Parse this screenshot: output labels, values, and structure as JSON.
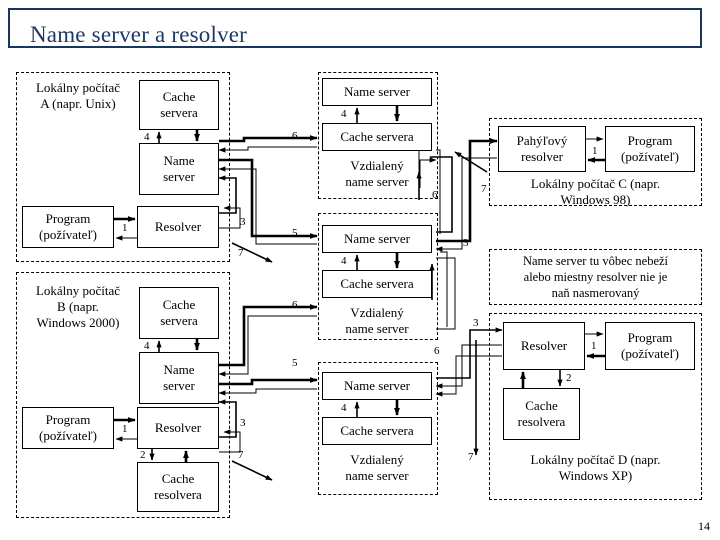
{
  "slide": {
    "title": "Name server a resolver",
    "page_number": "14",
    "title_color": "#1f3864"
  },
  "panels": {
    "host_a": {
      "label": "Lokálny počítač\nA (napr. Unix)",
      "boxes": {
        "cache_servera": "Cache\nservera",
        "name_server": "Name\nserver",
        "program": "Program\n(požívateľ)",
        "resolver": "Resolver"
      },
      "numbers": {
        "to_cache": "4",
        "program_resolver": "1",
        "ns_resolver": "3",
        "out": "7"
      }
    },
    "host_b": {
      "label": "Lokálny počítač\nB (napr.\nWindows 2000)",
      "boxes": {
        "cache_servera": "Cache\nservera",
        "name_server": "Name\nserver",
        "program": "Program\n(požívateľ)",
        "resolver": "Resolver",
        "cache_resolvera": "Cache\nresolvera"
      },
      "numbers": {
        "to_cache": "4",
        "program_resolver": "1",
        "ns_resolver": "3",
        "resolver_cache": "2",
        "out": "7"
      }
    },
    "remote_1": {
      "label": "Vzdialený\nname server",
      "boxes": {
        "name_server": "Name server",
        "cache_servera": "Cache servera"
      },
      "numbers": {
        "to_cache": "4"
      }
    },
    "remote_2": {
      "label": "Vzdialený\nname server",
      "boxes": {
        "name_server": "Name server",
        "cache_servera": "Cache servera"
      },
      "numbers": {
        "to_cache": "4"
      }
    },
    "remote_3": {
      "label": "Vzdialený\nname server",
      "boxes": {
        "name_server": "Name server",
        "cache_servera": "Cache servera"
      },
      "numbers": {
        "to_cache": "4"
      }
    },
    "host_c": {
      "label": "Lokálny počítač C (napr.\nWindows 98)",
      "boxes": {
        "stub_resolver": "Pahýľový\nresolver",
        "program": "Program\n(požívateľ)"
      },
      "numbers": {
        "program_resolver": "1",
        "in": "7"
      }
    },
    "host_d": {
      "label": "Lokálny počítač D (napr.\nWindows XP)",
      "boxes": {
        "resolver": "Resolver",
        "program": "Program\n(požívateľ)",
        "cache_resolvera": "Cache\nresolvera"
      },
      "numbers": {
        "program_resolver": "1",
        "resolver_cache": "2",
        "in": "3",
        "out": "7"
      }
    }
  },
  "note": {
    "text": "Name server tu vôbec nebeží\nalebo miestny resolver nie je\nnaň nasmerovaný"
  },
  "wire_numbers": {
    "a_six": "6",
    "a_five": "5",
    "b_six": "6",
    "b_five": "5",
    "mid_six_top": "6",
    "mid_six_bottom": "6",
    "mid_three_top": "3",
    "mid_three_bottom": "3",
    "mid_seven_top": "7",
    "mid_seven_bottom": "7"
  }
}
